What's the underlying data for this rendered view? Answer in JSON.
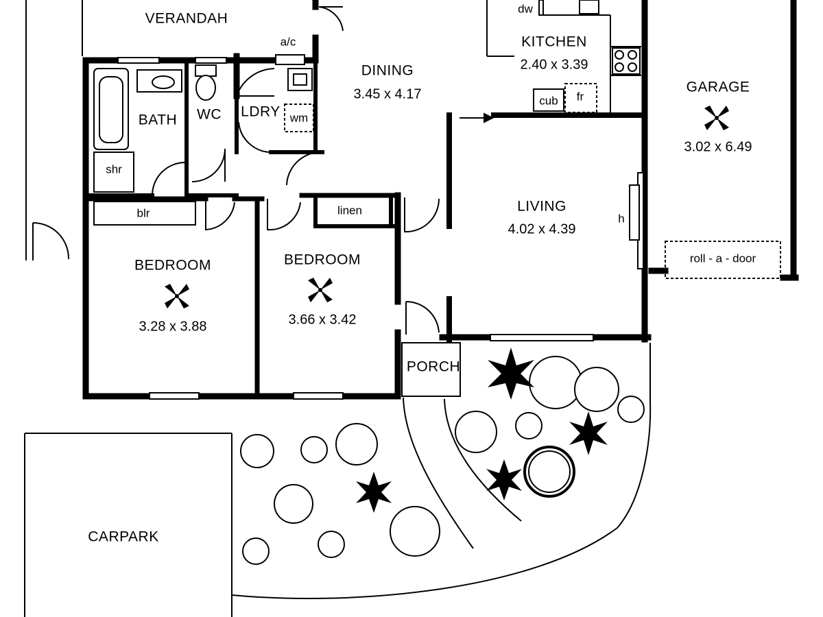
{
  "rooms": {
    "verandah": {
      "label": "VERANDAH"
    },
    "dining": {
      "label": "DINING",
      "size": "3.45 x 4.17"
    },
    "kitchen": {
      "label": "KITCHEN",
      "size": "2.40 x 3.39"
    },
    "garage": {
      "label": "GARAGE",
      "size": "3.02 x 6.49"
    },
    "bath": {
      "label": "BATH"
    },
    "wc": {
      "label": "WC"
    },
    "laundry": {
      "label": "LDRY"
    },
    "living": {
      "label": "LIVING",
      "size": "4.02 x 4.39"
    },
    "bedroom1": {
      "label": "BEDROOM",
      "size": "3.28 x 3.88"
    },
    "bedroom2": {
      "label": "BEDROOM",
      "size": "3.66 x 3.42"
    },
    "porch": {
      "label": "PORCH"
    },
    "carpark": {
      "label": "CARPARK"
    }
  },
  "fixtures": {
    "ac": "a/c",
    "dw": "dw",
    "wm": "wm",
    "shr": "shr",
    "blr": "blr",
    "linen": "linen",
    "cub": "cub",
    "fr": "fr",
    "heater": "h",
    "roll_door": "roll - a - door"
  }
}
